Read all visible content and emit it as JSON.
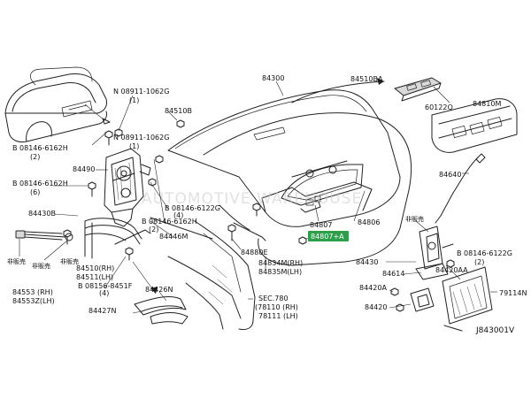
{
  "diagram_code": "J843001V",
  "watermark": "AUTOMOTIVE WAREHOUSE",
  "highlight_label": "84807+A",
  "labels": {
    "p84300": "84300",
    "p84510BA": "84510BA",
    "p60122Q": "60122Q",
    "p84810M": "84810M",
    "p08911_1": "N 08911-1062G",
    "p08911_1_qty": "(1)",
    "p84510B": "84510B",
    "p08911_2": "N 08911-1062G",
    "p08911_2_qty": "(1)",
    "p08146_1": "B 08146-6162H",
    "p08146_1_qty": "(2)",
    "p84490": "84490",
    "p08146_2": "B 08146-6162H",
    "p08146_2_qty": "(6)",
    "p84430B": "84430B",
    "p08146_3": "B 08146-6122G",
    "p08146_3_qty": "(4)",
    "p08146_4": "B 08146-6162H",
    "p08146_4_qty": "(2)",
    "p84446M": "84446M",
    "p84880E": "84880E",
    "p84807": "84807",
    "p84806": "84806",
    "p84640": "84640",
    "p84834M": "84834M(RH)",
    "p84835M": "84835M(LH)",
    "p84430": "84430",
    "p08146_5": "B 08146-6122G",
    "p08146_5_qty": "(2)",
    "p84614": "84614",
    "p84420A": "84420A",
    "p84420AA": "84420AA",
    "p79114N": "79114N",
    "p84420": "84420",
    "p84510": "84510(RH)",
    "p84511": "84511(LH)",
    "p08156": "B 08156-8451F",
    "p08156_qty": "(4)",
    "p84553": "84553 (RH)",
    "p84553Z": "84553Z(LH)",
    "p84426N": "84426N",
    "p84427N": "84427N",
    "sec780": "SEC.780",
    "p78110": "(78110 (RH)",
    "p78111": "78111 (LH)",
    "jp_1": "非販売",
    "jp_2": "非販売",
    "jp_3": "非販売",
    "jp_4": "非販売"
  }
}
